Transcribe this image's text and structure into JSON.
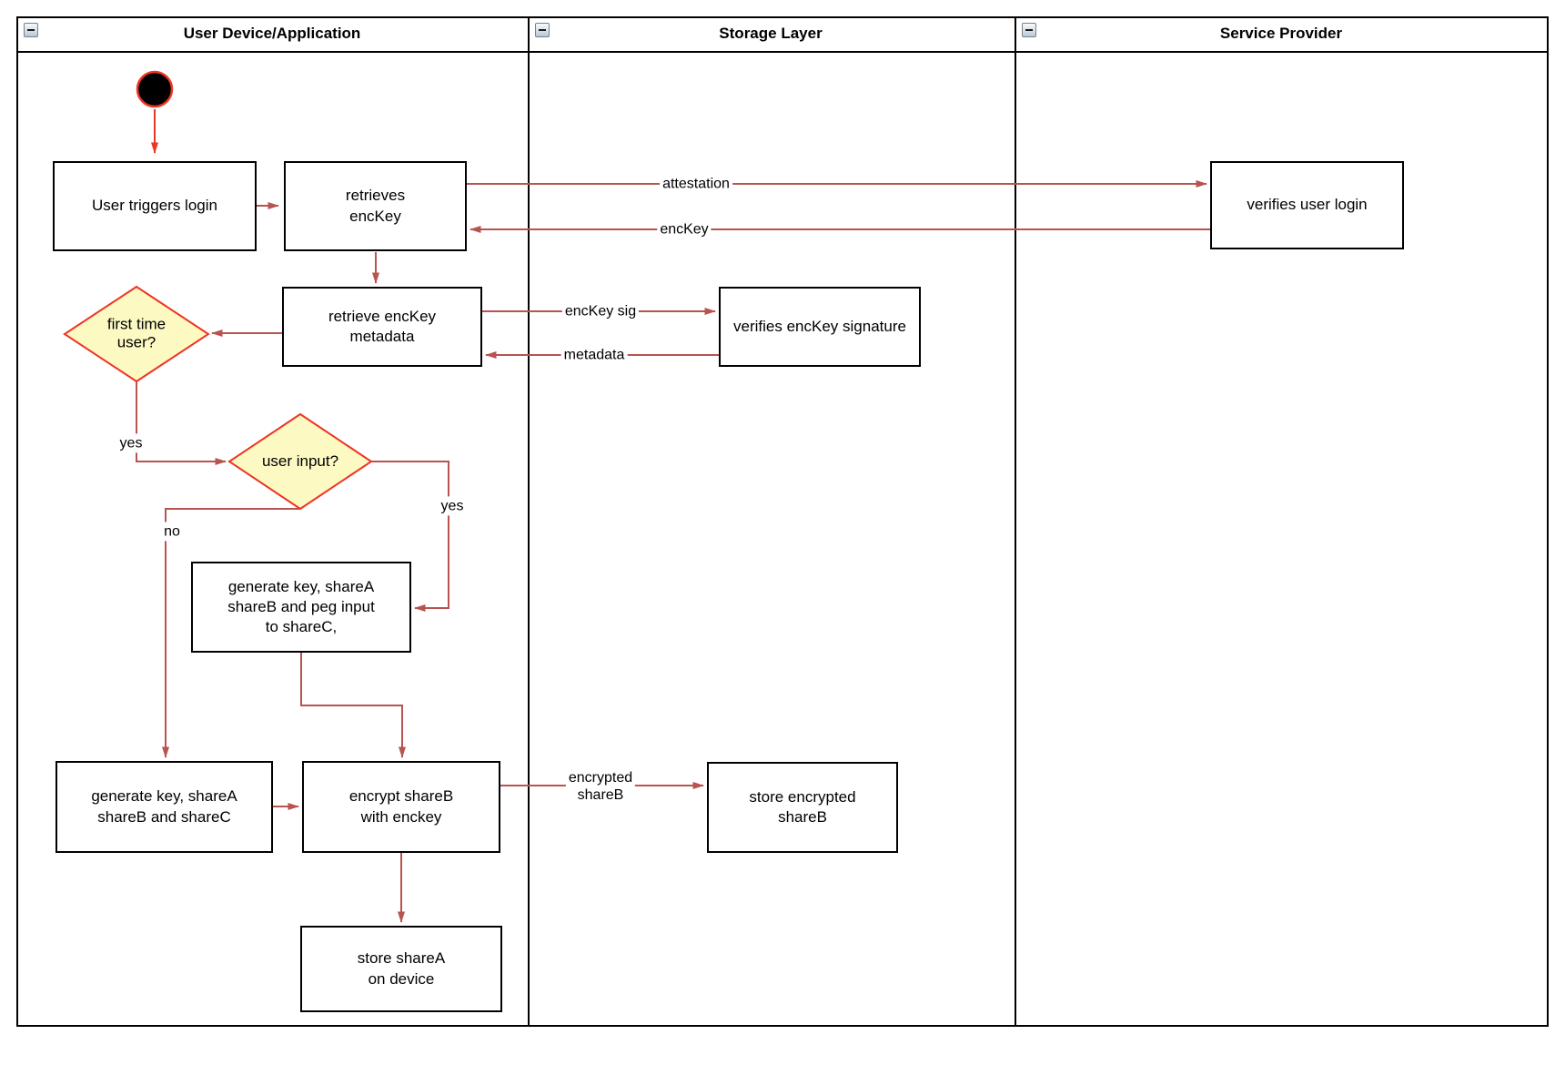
{
  "lanes": [
    {
      "title": "User Device/Application"
    },
    {
      "title": "Storage Layer"
    },
    {
      "title": "Service Provider"
    }
  ],
  "nodes": {
    "user_triggers_login": "User triggers login",
    "retrieves_enckey": "retrieves\nencKey",
    "verifies_user_login": "verifies user login",
    "retrieve_enckey_metadata": "retrieve encKey\nmetadata",
    "verifies_enckey_signature": "verifies encKey signature",
    "generate_key_peg_input": "generate key, shareA\nshareB and peg input\nto shareC,",
    "generate_key_shares": "generate key, shareA\nshareB and shareC",
    "encrypt_shareb": "encrypt shareB\nwith enckey",
    "store_sharea": "store shareA\non device",
    "store_encrypted_shareb": "store encrypted\nshareB"
  },
  "decisions": {
    "first_time_user": "first time\nuser?",
    "user_input": "user input?"
  },
  "edge_labels": {
    "attestation": "attestation",
    "enckey": "encKey",
    "enckey_sig": "encKey sig",
    "metadata": "metadata",
    "encrypted_shareb": "encrypted\nshareB",
    "first_time_yes": "yes",
    "user_input_no": "no",
    "user_input_yes": "yes"
  },
  "colors": {
    "flow": "#B85450",
    "accent": "#EE3524",
    "decision_fill": "#FCF9C3",
    "border": "#000000",
    "lane_bg": "#FFFFFF"
  }
}
